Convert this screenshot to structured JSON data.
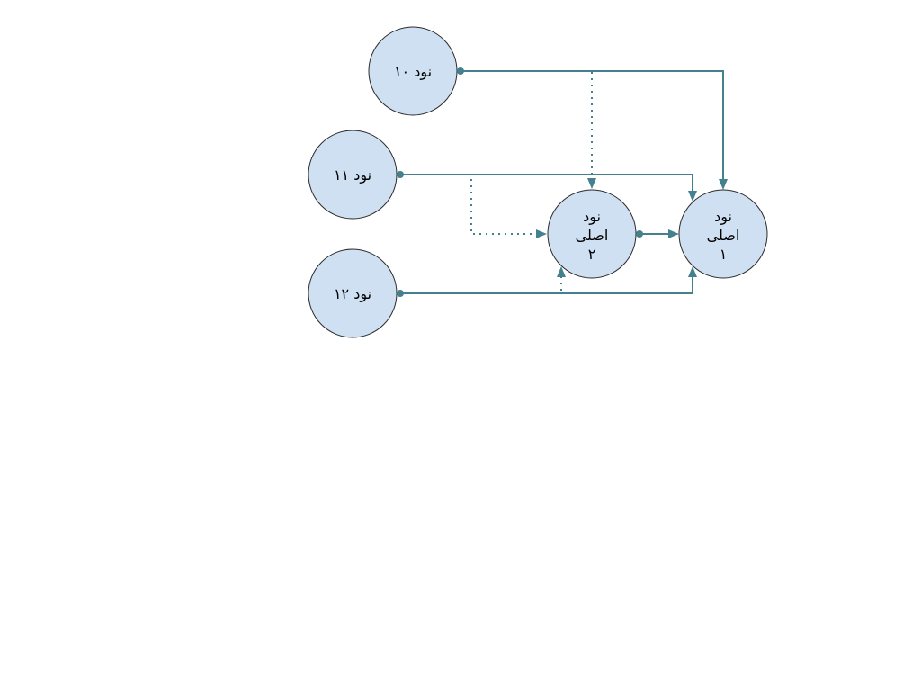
{
  "colors": {
    "node_fill": "#cfe0f3",
    "node_stroke": "#2b2b2b",
    "edge": "#44808e"
  },
  "nodes": {
    "node10": {
      "label": "نود ۱۰"
    },
    "node11": {
      "label": "نود ۱۱"
    },
    "node12": {
      "label": "نود ۱۲"
    },
    "main2": {
      "label_lines": [
        "نود",
        "اصلی",
        "۲"
      ]
    },
    "main1": {
      "label_lines": [
        "نود",
        "اصلی",
        "۱"
      ]
    }
  },
  "edges": [
    {
      "from": "node10",
      "to": "main1",
      "style": "solid"
    },
    {
      "from": "node10",
      "to": "main2",
      "style": "dotted"
    },
    {
      "from": "node11",
      "to": "main1",
      "style": "solid"
    },
    {
      "from": "node11",
      "to": "main2",
      "style": "dotted"
    },
    {
      "from": "node12",
      "to": "main1",
      "style": "solid"
    },
    {
      "from": "node12",
      "to": "main2",
      "style": "dotted"
    },
    {
      "from": "main2",
      "to": "main1",
      "style": "solid"
    }
  ]
}
